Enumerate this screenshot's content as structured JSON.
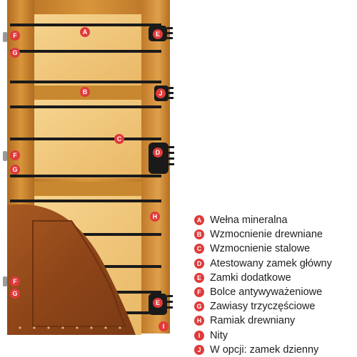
{
  "legend": [
    {
      "letter": "A",
      "text": "Wełna mineralna"
    },
    {
      "letter": "B",
      "text": "Wzmocnienie drewniane"
    },
    {
      "letter": "C",
      "text": "Wzmocnienie stalowe"
    },
    {
      "letter": "D",
      "text": "Atestowany zamek główny"
    },
    {
      "letter": "E",
      "text": "Zamki dodatkowe"
    },
    {
      "letter": "F",
      "text": "Bolce antywyważeniowe"
    },
    {
      "letter": "G",
      "text": "Zawiasy trzyczęściowe"
    },
    {
      "letter": "H",
      "text": "Ramiak drewniany"
    },
    {
      "letter": "I",
      "text": "Nity"
    },
    {
      "letter": "J",
      "text": "W opcji: zamek dzienny"
    }
  ],
  "colors": {
    "marker": "#e03a3a",
    "frame": "#c8862e",
    "panel": "#f1c77a",
    "steel": "#1a1a1a",
    "door_panel": "#9b4e1c"
  }
}
